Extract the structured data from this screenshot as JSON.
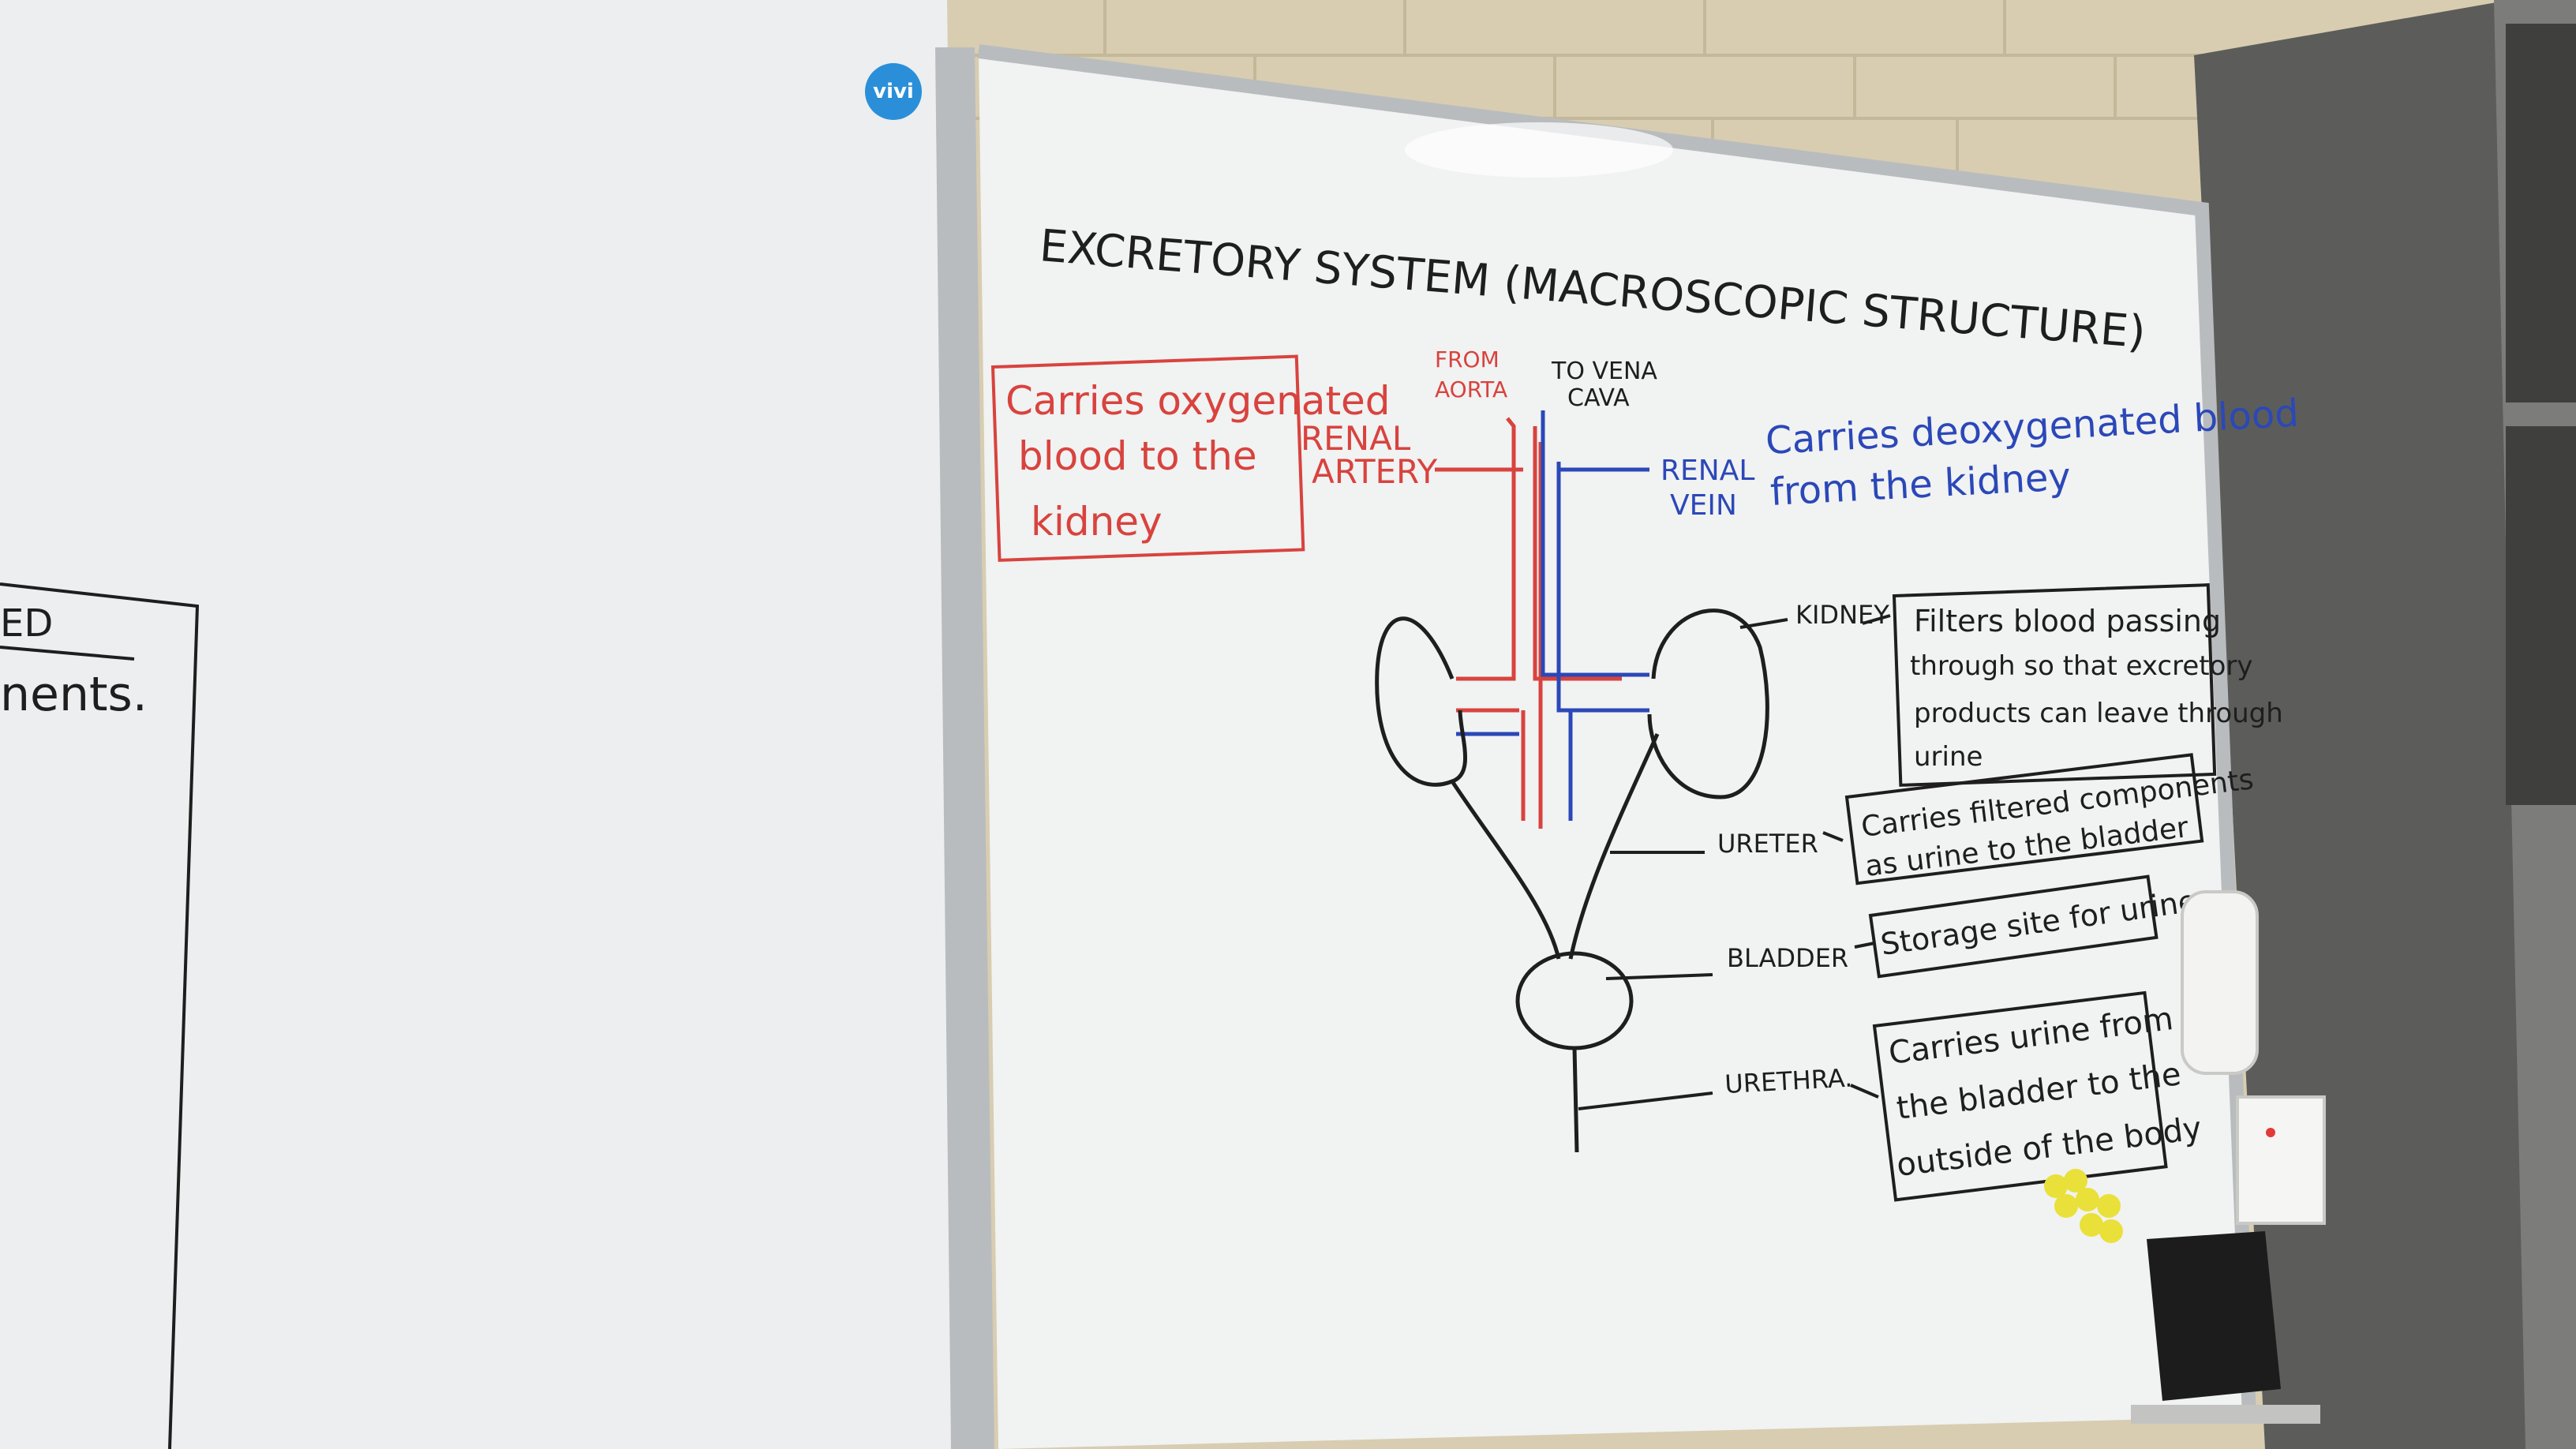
{
  "board": {
    "title": "EXCRETORY SYSTEM (MACROSCOPIC STRUCTURE)",
    "sticker_label": "vivi",
    "left_board_fragments": [
      "ED",
      "nents."
    ]
  },
  "artery_note": {
    "lines": [
      "Carries oxygenated",
      "blood to the",
      "kidney"
    ]
  },
  "vein_note": {
    "lines": [
      "Carries deoxygenated blood",
      "from the kidney"
    ]
  },
  "labels": {
    "from_aorta": [
      "FROM",
      "AORTA"
    ],
    "to_vena_cava": [
      "TO VENA",
      "CAVA"
    ],
    "renal_artery": [
      "RENAL",
      "ARTERY"
    ],
    "renal_vein": [
      "RENAL",
      "VEIN"
    ],
    "kidney": "KIDNEY",
    "ureter": "URETER",
    "bladder": "BLADDER",
    "urethra": "URETHRA."
  },
  "descriptions": {
    "kidney": [
      "Filters blood passing",
      "through so that excretory",
      "products can leave through",
      "urine"
    ],
    "ureter": [
      "Carries filtered components",
      "as urine to the bladder"
    ],
    "bladder": [
      "Storage site for urine"
    ],
    "urethra": [
      "Carries urine from",
      "the bladder to the",
      "outside of the body"
    ]
  },
  "colors": {
    "wall": "#d8cdb0",
    "board": "#f1f2f2",
    "frame": "#b9bcbf",
    "marker_black": "#1e1e1e",
    "marker_red": "#d8433e",
    "marker_blue": "#2b48b8",
    "sticker": "#2a8fd8",
    "magnets": "#e9e03a"
  }
}
